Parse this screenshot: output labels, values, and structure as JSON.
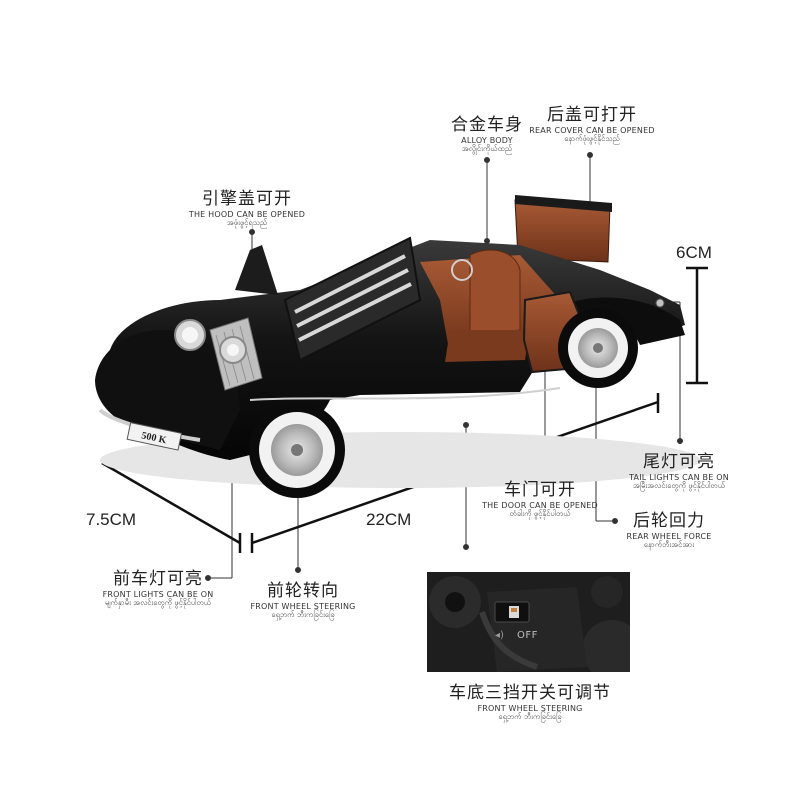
{
  "labels": {
    "alloy_body": {
      "cn": "合金车身",
      "en": "ALLOY BODY",
      "my": "အလွိုင်းကိုယ်ထည်"
    },
    "rear_cover": {
      "cn": "后盖可打开",
      "en": "REAR COVER CAN BE OPENED",
      "my": "နောက်ဖုံးဖွင့်နိုင်သည်"
    },
    "hood": {
      "cn": "引擎盖可开",
      "en": "THE HOOD CAN BE OPENED",
      "my": "အဖုံးဖွင့်ရသည်"
    },
    "tail_lights": {
      "cn": "尾灯可亮",
      "en": "TAIL LIGHTS CAN BE ON",
      "my": "အမြီးအလင်းတွေကို ဖွင့်နိုင်ပါတယ်"
    },
    "door": {
      "cn": "车门可开",
      "en": "THE DOOR CAN BE OPENED",
      "my": "တံခါးကို ဖွင့်နိုင်ပါတယ်"
    },
    "rear_wheel": {
      "cn": "后轮回力",
      "en": "REAR WHEEL FORCE",
      "my": "နောက်ဘီးအင်အား"
    },
    "front_lights": {
      "cn": "前车灯可亮",
      "en": "FRONT LIGHTS CAN BE ON",
      "my": "မျက်နှာမီး အလင်းတွေကို ဖွင့်နိုင်ပါတယ်"
    },
    "front_steering": {
      "cn": "前轮转向",
      "en": "FRONT WHEEL STEERING",
      "my": "ရှေ့ဘက် ဘီးကခြင်းခြေ"
    },
    "bottom_switch": {
      "cn": "车底三挡开关可调节",
      "en": "FRONT WHEEL STEERING",
      "my": "ရှေ့ဘက် ဘီးကခြင်းခြေ"
    }
  },
  "dimensions": {
    "height": "6CM",
    "width": "7.5CM",
    "length": "22CM"
  },
  "plate": "500 K",
  "switch": {
    "text": "OFF"
  },
  "colors": {
    "body": "#141414",
    "leather": "#8a4424",
    "chrome": "#c9c9c9",
    "whitewall": "#f2f2f2"
  }
}
